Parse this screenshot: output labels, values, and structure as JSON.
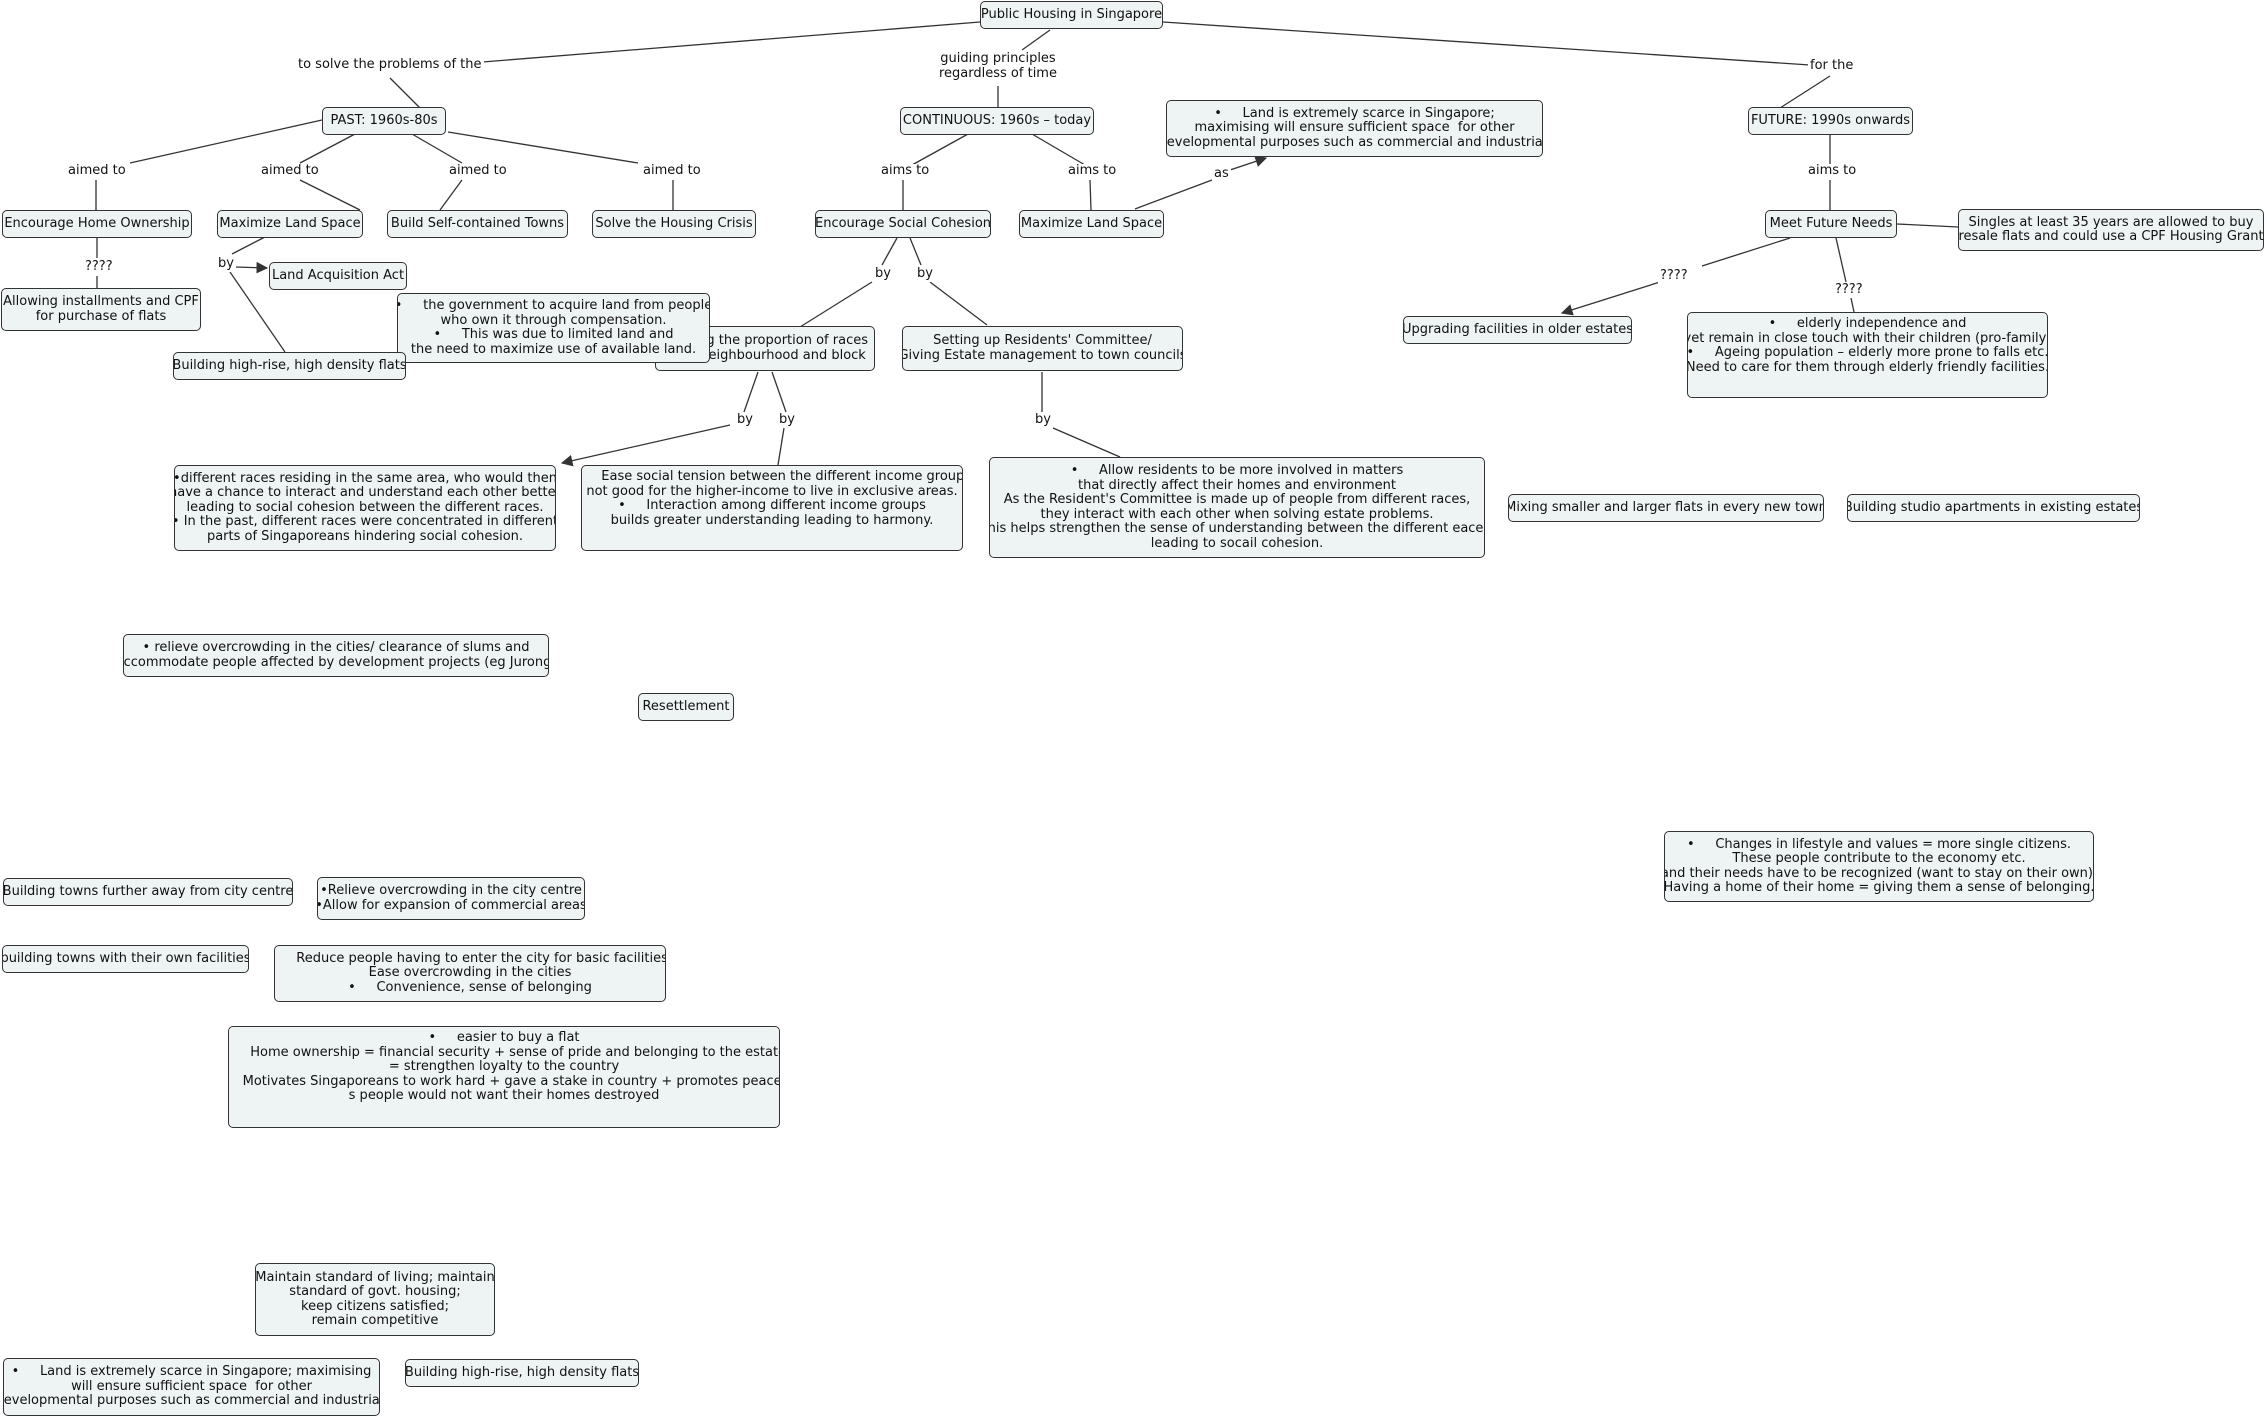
{
  "colors": {
    "node_fill": "#eef3f4",
    "node_border": "#333333",
    "link": "#333333",
    "background": "#ffffff"
  },
  "nodes": {
    "root": "Public Housing in Singapore",
    "past": "PAST: 1960s-80s",
    "continuous": "CONTINUOUS: 1960s – today",
    "future": "FUTURE: 1990s onwards",
    "land_scarce_top": "•     Land is extremely scarce in Singapore;\nmaximising will ensure sufficient space  for other\ndevelopmental purposes such as commercial and industrial.",
    "encourage_home": "Encourage Home Ownership",
    "maximize_land_past": "Maximize Land Space",
    "self_contained": "Build Self-contained Towns",
    "solve_housing": "Solve the Housing Crisis",
    "social_cohesion": "Encourage Social Cohesion",
    "maximize_land_cont": "Maximize Land Space",
    "future_needs": "Meet Future Needs",
    "singles": "Singles at least 35 years are allowed to buy\nresale flats and could use a CPF Housing Grant",
    "installments": "Allowing installments and CPF\nfor purchase of flats",
    "land_acq_act": "Land Acquisition Act",
    "land_acq_desc": "•     the government to acquire land from people\nwho own it through compensation.\n•     This was due to limited land and\nthe need to maximize use of available land.",
    "race_proportion": "ng the proportion of races\nneighbourhood and block",
    "residents_committee": "Setting up Residents' Committee/\nGiving Estate management to town councils",
    "upgrading": "Upgrading facilities in older estates",
    "elderly": "•     elderly independence and\nyet remain in close touch with their children (pro-family)\n•     Ageing population – elderly more prone to falls etc.\nNeed to care for them through elderly friendly facilities.",
    "high_rise_1": "Building high-rise, high density flats",
    "races_desc": "•different races residing in the same area, who would then\nhave a chance to interact and understand each other better\nleading to social cohesion between the different races.\n• In the past, different races were concentrated in different\nparts of Singaporeans hindering social cohesion.",
    "income_desc": "•     Ease social tension between the different income groups\n( not good for the higher-income to live in exclusive areas. )\n•     Interaction among different income groups\nbuilds greater understanding leading to harmony.",
    "residents_desc": "•     Allow residents to be more involved in matters\nthat directly affect their homes and environment\nAs the Resident's Committee is made up of people from different races,\nthey interact with each other when solving estate problems.\nThis helps strengthen the sense of understanding between the different eaces,\nleading to socail cohesion.",
    "mixing_flats": "Mixing smaller and larger flats in every new town",
    "studio_apts": "Building studio apartments in existing estates",
    "relieve_slums": "• relieve overcrowding in the cities/ clearance of slums and\naccommodate people affected by development projects (eg Jurong)",
    "resettlement": "Resettlement",
    "lifestyle": "•     Changes in lifestyle and values = more single citizens.\nThese people contribute to the economy etc.\nand their needs have to be recognized (want to stay on their own).\nHaving a home of their home = giving them a sense of belonging.",
    "towns_away": "Building towns further away from city centre",
    "relieve_city": "•Relieve overcrowding in the city centre\n•Allow for expansion of commercial areas",
    "towns_facilities": "building towns with their own facilities",
    "reduce_people": "•     Reduce people having to enter the city for basic facilities.\nEase overcrowding in the cities\n•     Convenience, sense of belonging",
    "easier_flat": "•     easier to buy a flat\n•     Home ownership = financial security + sense of pride and belonging to the estate\n= strengthen loyalty to the country\n•     Motivates Singaporeans to work hard + gave a stake in country + promotes peace a\ns people would not want their homes destroyed",
    "maintain_std": "Maintain standard of living; maintain\nstandard of govt. housing;\nkeep citizens satisfied;\nremain competitive",
    "land_scarce_bottom": "•     Land is extremely scarce in Singapore; maximising\nwill ensure sufficient space  for other\ndevelopmental purposes such as commercial and industrial.",
    "high_rise_2": "Building high-rise, high density flats"
  },
  "labels": {
    "solve_problems": "to solve the problems of the",
    "guiding": "guiding principles\nregardless of time",
    "for_the": "for the",
    "aimed_to_1": "aimed to",
    "aimed_to_2": "aimed to",
    "aimed_to_3": "aimed to",
    "aimed_to_4": "aimed to",
    "aims_to_1": "aims to",
    "aims_to_2": "aims to",
    "aims_to_3": "aims to",
    "as": "as",
    "q_home": "????",
    "by_land": "by",
    "by_c1": "by",
    "by_c2": "by",
    "q_future_1": "????",
    "q_future_2": "????",
    "by_r1": "by",
    "by_r2": "by",
    "by_rc": "by"
  }
}
